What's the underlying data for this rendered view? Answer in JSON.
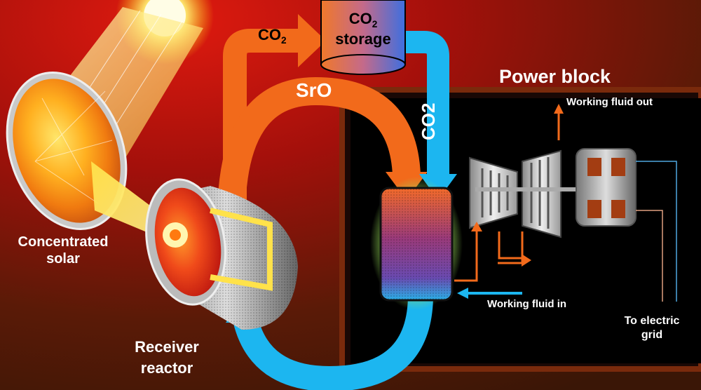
{
  "labels": {
    "concentrated_solar_line1": "Concentrated",
    "concentrated_solar_line2": "solar",
    "receiver_line1": "Receiver",
    "receiver_line2": "reactor",
    "co2_main": "CO",
    "co2_sub": "2",
    "storage_co2_main": "CO",
    "storage_co2_sub": "2",
    "storage_word": "storage",
    "sro": "SrO",
    "co2_vertical": "CO2",
    "power_block": "Power block",
    "working_fluid_out": "Working fluid out",
    "working_fluid_in": "Working fluid in",
    "to_electric_line1": "To electric",
    "to_electric_line2": "grid"
  },
  "colors": {
    "background_top": "#a3100b",
    "background_bottom": "#3a1606",
    "orange_flow": "#f26a1b",
    "blue_flow": "#1cb6f0",
    "power_block_border": "#7a2a0c",
    "glow_green": "#7fd24a"
  }
}
